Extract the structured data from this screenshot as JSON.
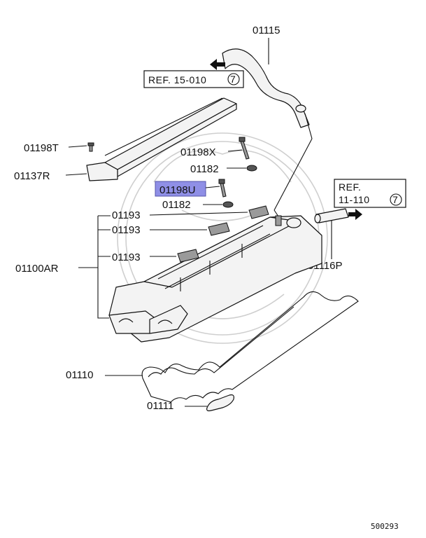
{
  "parts": {
    "p01115": "01115",
    "p01198T": "01198T",
    "p01137R": "01137R",
    "p01198X": "01198X",
    "p01182a": "01182",
    "p01198U": "01198U",
    "p01182b": "01182",
    "p01193a": "01193",
    "p01193b": "01193",
    "p01193c": "01193",
    "p01100AR": "01100AR",
    "p01116P": "01116P",
    "p01110": "01110",
    "p01111": "01111"
  },
  "refs": {
    "ref1_text": "REF. 15-010",
    "ref1_circle": "7",
    "ref2_line1": "REF.",
    "ref2_line2": "11-110",
    "ref2_circle": "7"
  },
  "highlight_color": "#8f8fe6",
  "diagram_code": "500293"
}
